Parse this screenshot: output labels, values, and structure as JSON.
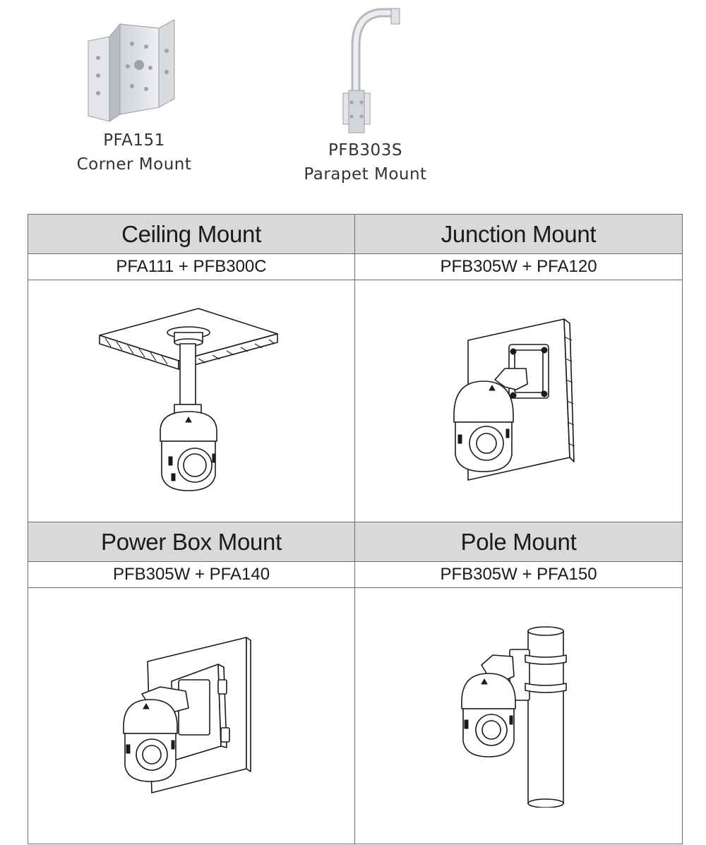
{
  "accessories": [
    {
      "model": "PFA151",
      "name": "Corner Mount",
      "icon": "corner-mount-bracket-icon"
    },
    {
      "model": "PFB303S",
      "name": "Parapet Mount",
      "icon": "parapet-mount-bracket-icon"
    }
  ],
  "mounts": [
    {
      "title": "Ceiling Mount",
      "combo": "PFA111 + PFB300C",
      "icon": "ceiling-mount-illustration"
    },
    {
      "title": "Junction Mount",
      "combo": "PFB305W + PFA120",
      "icon": "junction-mount-illustration"
    },
    {
      "title": "Power Box Mount",
      "combo": "PFB305W + PFA140",
      "icon": "power-box-mount-illustration"
    },
    {
      "title": "Pole Mount",
      "combo": "PFB305W + PFA150",
      "icon": "pole-mount-illustration"
    }
  ],
  "colors": {
    "header_bg": "#d9d9d9",
    "border": "#6b6b6b",
    "text": "#1a1a1a"
  }
}
